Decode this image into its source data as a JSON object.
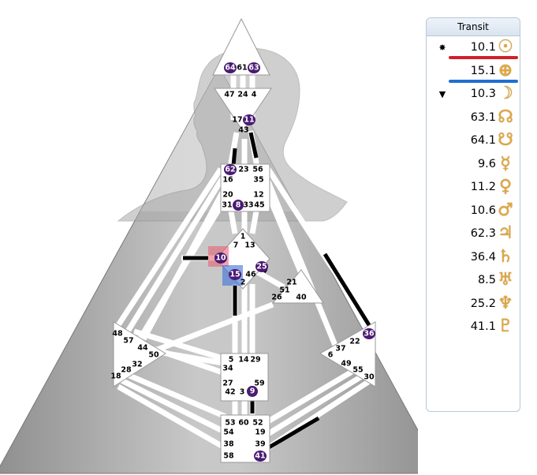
{
  "panel": {
    "title": "Transit",
    "rows": [
      {
        "marker": "✸",
        "value": "10.1",
        "glyph": "☉",
        "icon": "sun-icon",
        "underline": "#d11f2a"
      },
      {
        "marker": "",
        "value": "15.1",
        "glyph": "⊕",
        "icon": "earth-icon",
        "underline": "#1f6fd1"
      },
      {
        "marker": "▼",
        "value": "10.3",
        "glyph": "☽",
        "icon": "moon-icon"
      },
      {
        "marker": "",
        "value": "63.1",
        "glyph": "☊",
        "icon": "north-node-icon"
      },
      {
        "marker": "",
        "value": "64.1",
        "glyph": "☋",
        "icon": "south-node-icon"
      },
      {
        "marker": "",
        "value": "9.6",
        "glyph": "☿",
        "icon": "mercury-icon"
      },
      {
        "marker": "",
        "value": "11.2",
        "glyph": "♀",
        "icon": "venus-icon"
      },
      {
        "marker": "",
        "value": "10.6",
        "glyph": "♂",
        "icon": "mars-icon"
      },
      {
        "marker": "",
        "value": "62.3",
        "glyph": "♃",
        "icon": "jupiter-icon"
      },
      {
        "marker": "",
        "value": "36.4",
        "glyph": "♄",
        "icon": "saturn-icon"
      },
      {
        "marker": "",
        "value": "8.5",
        "glyph": "♅",
        "icon": "uranus-icon"
      },
      {
        "marker": "",
        "value": "25.2",
        "glyph": "♆",
        "icon": "neptune-icon"
      },
      {
        "marker": "",
        "value": "41.1",
        "glyph": "♇",
        "icon": "pluto-icon"
      }
    ]
  },
  "gates": {
    "g64": "64",
    "g61": "61",
    "g63": "63",
    "g47": "47",
    "g24": "24",
    "g4": "4",
    "g17": "17",
    "g11": "11",
    "g43": "43",
    "g62": "62",
    "g23": "23",
    "g56": "56",
    "g16": "16",
    "g35": "35",
    "g20": "20",
    "g12": "12",
    "g31": "31",
    "g8": "8",
    "g33": "33",
    "g45": "45",
    "g1": "1",
    "g7": "7",
    "g13": "13",
    "g10": "10",
    "g25": "25",
    "g15": "15",
    "g46": "46",
    "g2": "2",
    "g21": "21",
    "g51": "51",
    "g26": "26",
    "g40": "40",
    "g48": "48",
    "g57": "57",
    "g44": "44",
    "g50": "50",
    "g32": "32",
    "g28": "28",
    "g18": "18",
    "g36": "36",
    "g22": "22",
    "g37": "37",
    "g6": "6",
    "g49": "49",
    "g55": "55",
    "g30": "30",
    "g5": "5",
    "g14": "14",
    "g29": "29",
    "g34": "34",
    "g27": "27",
    "g59": "59",
    "g42": "42",
    "g3": "3",
    "g9": "9",
    "g53": "53",
    "g60": "60",
    "g52": "52",
    "g54": "54",
    "g19": "19",
    "g38": "38",
    "g39": "39",
    "g58": "58",
    "g41": "41"
  },
  "colors": {
    "active_gate": "#4b1a73",
    "sun_highlight": "#e85a6a",
    "earth_highlight": "#3b6fd8",
    "channel": "#ffffff",
    "activation": "#000000"
  }
}
